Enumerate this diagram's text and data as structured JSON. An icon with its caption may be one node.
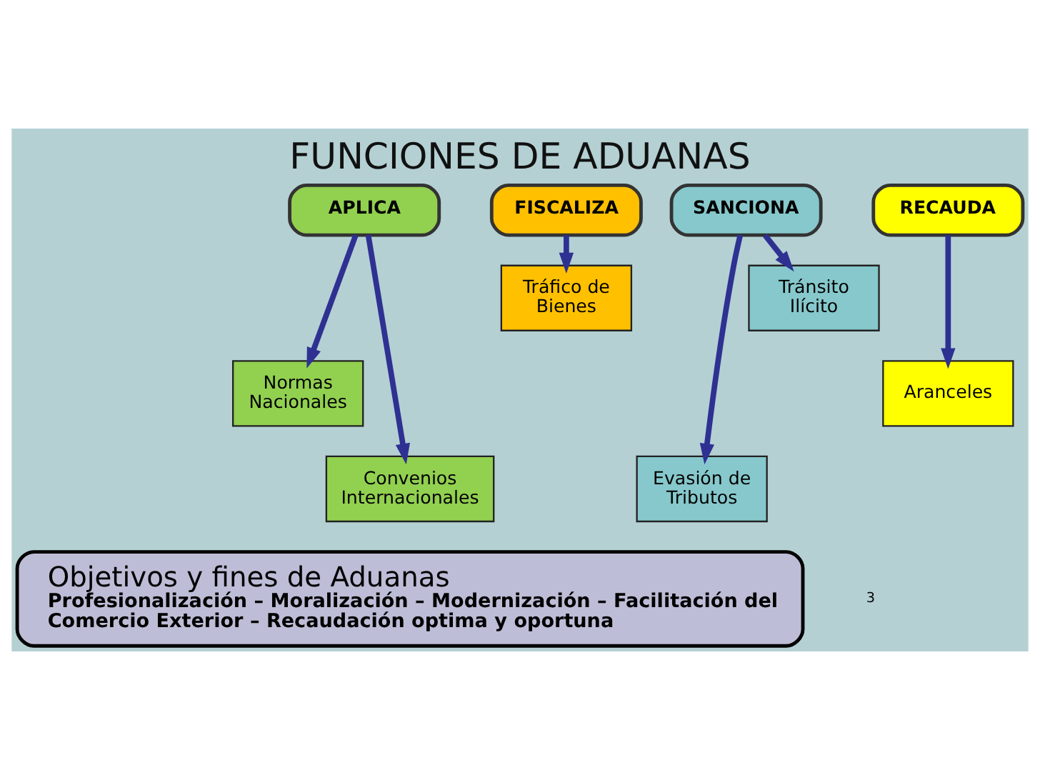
{
  "diagram": {
    "title": "FUNCIONES DE ADUANAS",
    "nodes": [
      {
        "text": [
          "APLICA"
        ]
      },
      {
        "text": [
          "FISCALIZA"
        ]
      },
      {
        "text": [
          "SANCIONA"
        ]
      },
      {
        "text": [
          "RECAUDA"
        ]
      },
      {
        "text": [
          "Tráfico de Bienes"
        ]
      },
      {
        "text": [
          "Tránsito Ilícito"
        ]
      },
      {
        "text": [
          "Normas Nacionales"
        ]
      },
      {
        "text": [
          "Aranceles"
        ]
      },
      {
        "text": [
          "Evasión de Tributos"
        ]
      },
      {
        "text": [
          "Convenios Internacionales"
        ]
      },
      {
        "text": [
          "Objetivos y fines de Aduanas",
          "Profesionalización – Moralización – Modernización – Facilitación del Comercio Exterior – Recaudación optima y oportuna"
        ]
      }
    ],
    "edges": [
      {
        "from": 0,
        "to": 6,
        "arrow": "to"
      },
      {
        "from": 0,
        "to": 9,
        "arrow": "to"
      },
      {
        "from": 1,
        "to": 4,
        "arrow": "to"
      },
      {
        "from": 2,
        "to": 8,
        "arrow": "to"
      },
      {
        "from": 2,
        "to": 5,
        "arrow": "to"
      },
      {
        "from": 3,
        "to": 7,
        "arrow": "to"
      }
    ],
    "labels": [
      "3"
    ]
  }
}
